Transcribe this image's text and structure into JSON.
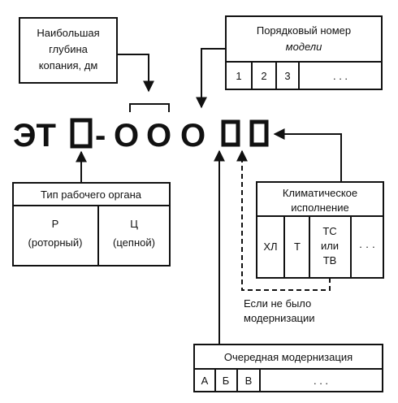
{
  "code": {
    "prefix": "ЭТ",
    "hyphen": "-",
    "digits": [
      "О",
      "О",
      "О"
    ]
  },
  "depth_box": {
    "lines": [
      "Наибольшая",
      "глубина",
      "копания, дм"
    ]
  },
  "model_box": {
    "title_line1": "Порядковый номер",
    "title_line2": "модели",
    "cells": [
      "1",
      "2",
      "3",
      ". . ."
    ]
  },
  "organ_box": {
    "title": "Тип рабочего органа",
    "options": [
      {
        "letter": "Р",
        "desc": "(роторный)"
      },
      {
        "letter": "Ц",
        "desc": "(цепной)"
      }
    ]
  },
  "climate_box": {
    "title_line1": "Климатическое",
    "title_line2": "исполнение",
    "cells": [
      "ХЛ",
      "Т",
      "ТС",
      "или",
      "ТВ",
      "· · ·"
    ]
  },
  "no_mod_note": {
    "line1": "Если не было",
    "line2": "модернизации"
  },
  "mod_box": {
    "title": "Очередная модернизация",
    "cells": [
      "А",
      "Б",
      "В",
      ". . ."
    ]
  }
}
